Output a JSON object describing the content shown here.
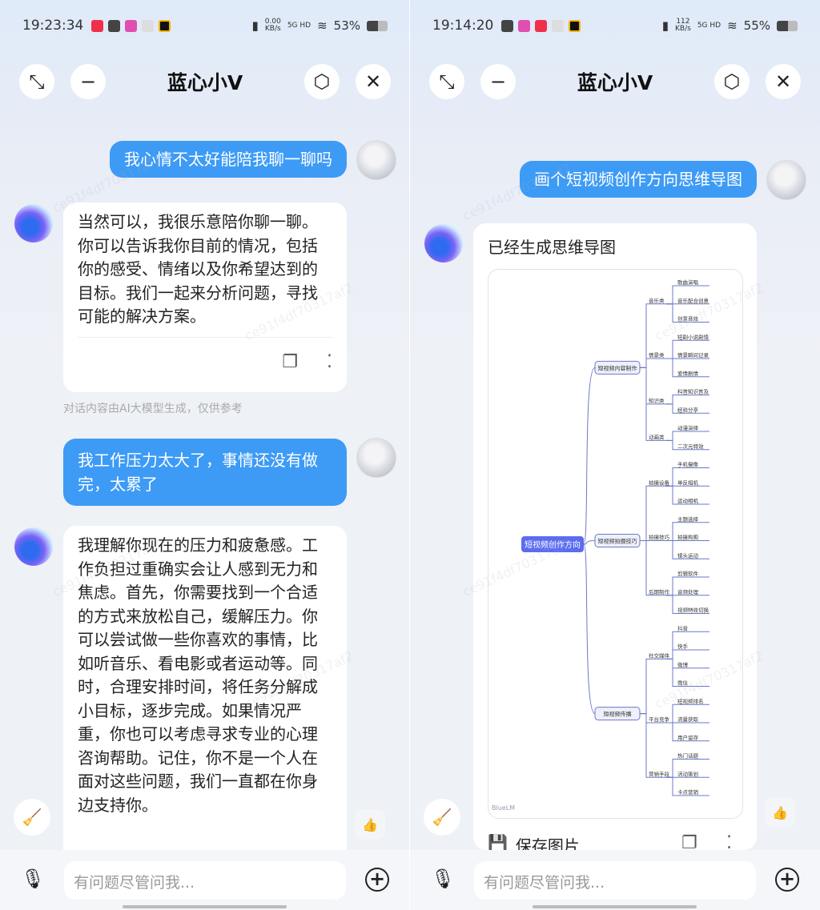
{
  "left": {
    "status": {
      "time": "19:23:34",
      "net_speed": "0.00",
      "net_unit": "KB/s",
      "signal": "5G HD",
      "battery": "53%",
      "battery_level": 0.53
    },
    "title": "蓝心小V",
    "messages": [
      {
        "role": "user",
        "text": "我心情不太好能陪我聊一聊吗"
      },
      {
        "role": "bot",
        "text": "当然可以，我很乐意陪你聊一聊。你可以告诉我你目前的情况，包括你的感受、情绪以及你希望达到的目标。我们一起来分析问题，寻找可能的解决方案。"
      },
      {
        "role": "user",
        "text": "我工作压力太大了，事情还没有做完，太累了"
      },
      {
        "role": "bot",
        "text": "我理解你现在的压力和疲惫感。工作负担过重确实会让人感到无力和焦虑。首先，你需要找到一个合适的方式来放松自己，缓解压力。你可以尝试做一些你喜欢的事情，比如听音乐、看电影或者运动等。同时，合理安排时间，将任务分解成小目标，逐步完成。如果情况严重，你也可以考虑寻求专业的心理咨询帮助。记住，你不是一个人在面对这些问题，我们一直都在你身边支持你。"
      }
    ],
    "disclaimer": "对话内容由AI大模型生成，仅供参考",
    "input_placeholder": "有问题尽管问我..."
  },
  "right": {
    "status": {
      "time": "19:14:20",
      "net_speed": "112",
      "net_unit": "KB/s",
      "signal": "5G HD",
      "battery": "55%",
      "battery_level": 0.55
    },
    "title": "蓝心小V",
    "user_message": "画个短视频创作方向思维导图",
    "bot_heading": "已经生成思维导图",
    "save_label": "保存图片",
    "logo_text": "BlueLM",
    "input_placeholder": "有问题尽管问我..."
  },
  "watermark": "ce91f4df70317af2",
  "mindmap": {
    "root": "短视频创作方向",
    "branches": [
      {
        "label": "短视频内容制作",
        "children": [
          {
            "label": "音乐类",
            "leaves": [
              "歌曲演唱",
              "音乐配合创意",
              "创意音效"
            ]
          },
          {
            "label": "情景类",
            "leaves": [
              "短剧小说剧情",
              "情景瞬间记录",
              "爱情剧情"
            ]
          },
          {
            "label": "知识类",
            "leaves": [
              "科普知识普及",
              "经验分享"
            ]
          },
          {
            "label": "动画类",
            "leaves": [
              "动漫演绎",
              "二次元特效"
            ]
          }
        ]
      },
      {
        "label": "短视频拍摄技巧",
        "children": [
          {
            "label": "拍摄设备",
            "leaves": [
              "手机摄像",
              "单反相机",
              "运动相机"
            ]
          },
          {
            "label": "拍摄技巧",
            "leaves": [
              "主题选择",
              "拍摄构图",
              "镜头运动"
            ]
          },
          {
            "label": "后期制作",
            "leaves": [
              "剪辑软件",
              "音频处理",
              "视频特效切换"
            ]
          }
        ]
      },
      {
        "label": "短视频传播",
        "children": [
          {
            "label": "社交媒体",
            "leaves": [
              "抖音",
              "快手",
              "微博",
              "微信"
            ]
          },
          {
            "label": "平台竞争",
            "leaves": [
              "短视频排名",
              "流量获取",
              "用户留存"
            ]
          },
          {
            "label": "营销手段",
            "leaves": [
              "热门话题",
              "活动策划",
              "卡点营销"
            ]
          }
        ]
      }
    ]
  },
  "colors": {
    "accent": "#3d9bf5",
    "mindmap_line": "#6b78c8",
    "root_node": "#5b6cf0"
  }
}
